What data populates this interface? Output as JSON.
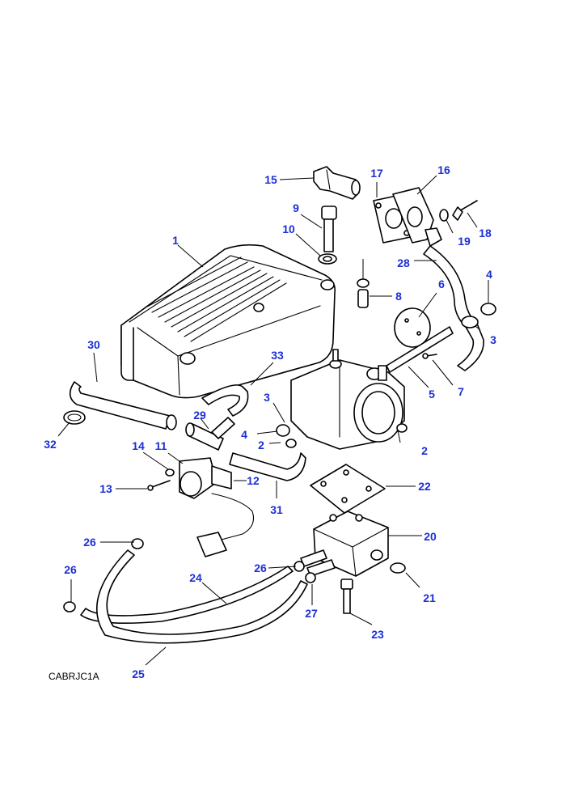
{
  "diagram": {
    "reference_code": "CABRJC1A",
    "callouts": [
      {
        "id": "c1",
        "text": "1"
      },
      {
        "id": "c2a",
        "text": "2"
      },
      {
        "id": "c2b",
        "text": "2"
      },
      {
        "id": "c3a",
        "text": "3"
      },
      {
        "id": "c3b",
        "text": "3"
      },
      {
        "id": "c4a",
        "text": "4"
      },
      {
        "id": "c4b",
        "text": "4"
      },
      {
        "id": "c5",
        "text": "5"
      },
      {
        "id": "c6",
        "text": "6"
      },
      {
        "id": "c7",
        "text": "7"
      },
      {
        "id": "c8",
        "text": "8"
      },
      {
        "id": "c9",
        "text": "9"
      },
      {
        "id": "c10",
        "text": "10"
      },
      {
        "id": "c11",
        "text": "11"
      },
      {
        "id": "c12",
        "text": "12"
      },
      {
        "id": "c13",
        "text": "13"
      },
      {
        "id": "c14",
        "text": "14"
      },
      {
        "id": "c15",
        "text": "15"
      },
      {
        "id": "c16",
        "text": "16"
      },
      {
        "id": "c17",
        "text": "17"
      },
      {
        "id": "c18",
        "text": "18"
      },
      {
        "id": "c19",
        "text": "19"
      },
      {
        "id": "c20",
        "text": "20"
      },
      {
        "id": "c21",
        "text": "21"
      },
      {
        "id": "c22",
        "text": "22"
      },
      {
        "id": "c23",
        "text": "23"
      },
      {
        "id": "c24",
        "text": "24"
      },
      {
        "id": "c25",
        "text": "25"
      },
      {
        "id": "c26a",
        "text": "26"
      },
      {
        "id": "c26b",
        "text": "26"
      },
      {
        "id": "c26c",
        "text": "26"
      },
      {
        "id": "c27",
        "text": "27"
      },
      {
        "id": "c28",
        "text": "28"
      },
      {
        "id": "c29",
        "text": "29"
      },
      {
        "id": "c30",
        "text": "30"
      },
      {
        "id": "c31",
        "text": "31"
      },
      {
        "id": "c32",
        "text": "32"
      },
      {
        "id": "c33",
        "text": "33"
      }
    ],
    "colors": {
      "callout_text": "#1c2fd6",
      "line_art": "#000000",
      "background": "#ffffff"
    }
  }
}
